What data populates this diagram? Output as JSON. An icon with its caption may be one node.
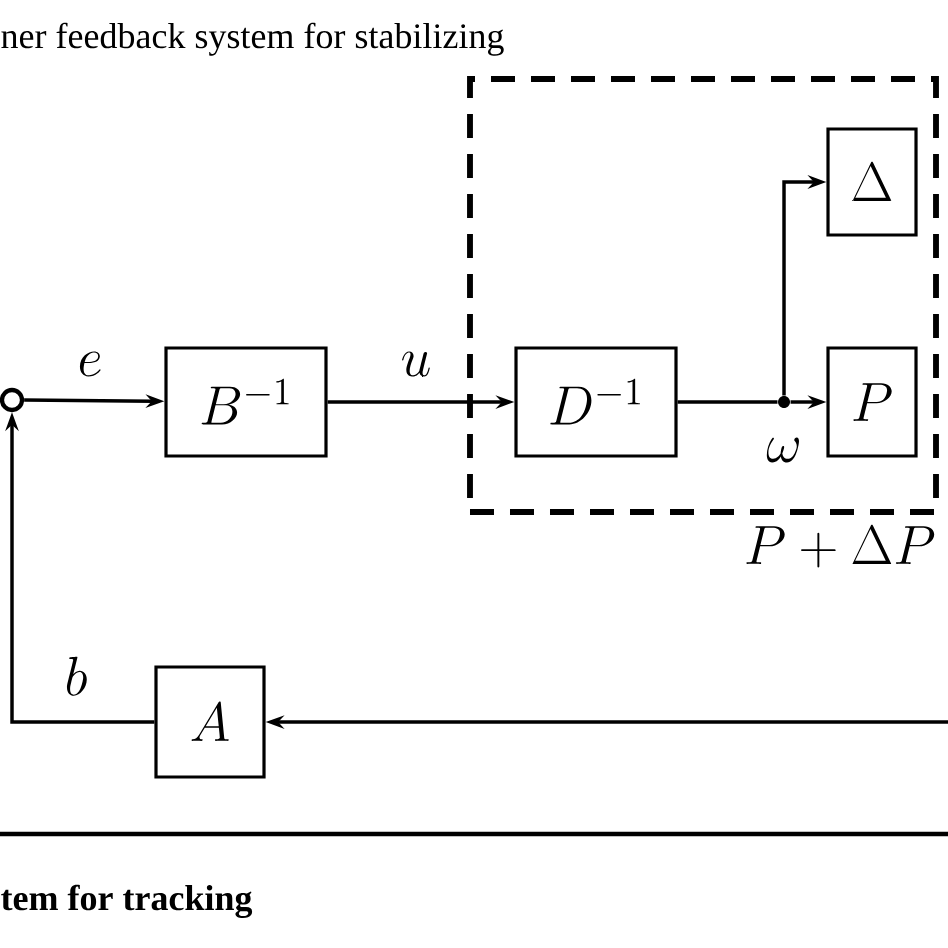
{
  "diagram": {
    "nodes": [
      {
        "text": [],
        "shape": "circle"
      },
      {
        "text": [
          "B^{-1}"
        ]
      },
      {
        "text": [
          "P + \\Delta P"
        ]
      },
      {
        "text": [
          "D^{-1}"
        ],
        "in": 2
      },
      {
        "text": [],
        "shape": "circle",
        "in": 2
      },
      {
        "text": [
          "\\Delta"
        ],
        "in": 2
      },
      {
        "text": [
          "P"
        ],
        "in": 2
      },
      {
        "text": [
          "A"
        ]
      }
    ],
    "edges": [
      {
        "from": 0,
        "to": 1,
        "arrow": "to",
        "label": "e"
      },
      {
        "from": 1,
        "to": 3,
        "arrow": "to",
        "label": "u"
      },
      {
        "from": 3,
        "to": 4,
        "arrow": "none",
        "label": "\\omega"
      },
      {
        "from": 4,
        "to": 5,
        "arrow": "to"
      },
      {
        "from": 4,
        "to": 6,
        "arrow": "to"
      },
      {
        "from": null,
        "to": 7,
        "arrow": "to"
      },
      {
        "from": 7,
        "to": 0,
        "arrow": "to",
        "label": "b"
      }
    ],
    "labels": [
      "ner feedback system for stabilizing",
      "tem for tracking"
    ]
  }
}
